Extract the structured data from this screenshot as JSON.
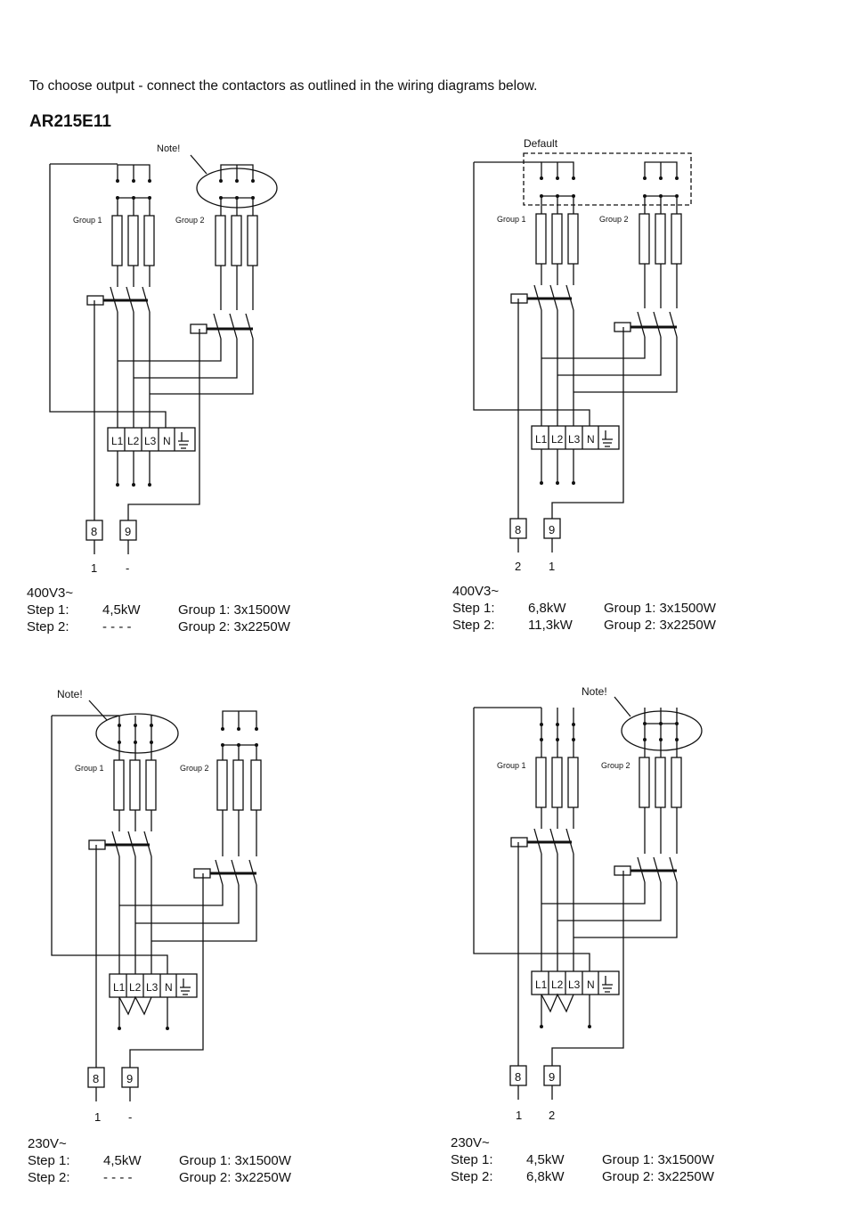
{
  "intro": "To choose output - connect the contactors as outlined in the wiring diagrams below.",
  "model": "AR215E11",
  "diagrams": [
    {
      "title": "Note!",
      "group1": "Group 1",
      "group2": "Group 2",
      "terminals": [
        "L1",
        "L2",
        "L3",
        "N"
      ],
      "pin_a": "8",
      "pin_b": "9",
      "pin_a_value": "1",
      "pin_b_value": "-",
      "voltage": "400V3~",
      "step1_label": "Step 1:",
      "step1_value": "4,5kW",
      "step1_group": "Group 1: 3x1500W",
      "step2_label": "Step 2:",
      "step2_value": "- - - -",
      "step2_group": "Group 2: 3x2250W"
    },
    {
      "title": "Default",
      "group1": "Group 1",
      "group2": "Group 2",
      "terminals": [
        "L1",
        "L2",
        "L3",
        "N"
      ],
      "pin_a": "8",
      "pin_b": "9",
      "pin_a_value": "2",
      "pin_b_value": "1",
      "voltage": "400V3~",
      "step1_label": "Step 1:",
      "step1_value": "6,8kW",
      "step1_group": "Group 1: 3x1500W",
      "step2_label": "Step 2:",
      "step2_value": "11,3kW",
      "step2_group": "Group 2: 3x2250W"
    },
    {
      "title": "Note!",
      "group1": "Group 1",
      "group2": "Group 2",
      "terminals": [
        "L1",
        "L2",
        "L3",
        "N"
      ],
      "pin_a": "8",
      "pin_b": "9",
      "pin_a_value": "1",
      "pin_b_value": "-",
      "voltage": "230V~",
      "step1_label": "Step 1:",
      "step1_value": "4,5kW",
      "step1_group": "Group 1: 3x1500W",
      "step2_label": "Step 2:",
      "step2_value": "- - - -",
      "step2_group": "Group 2: 3x2250W"
    },
    {
      "title": "Note!",
      "group1": "Group 1",
      "group2": "Group 2",
      "terminals": [
        "L1",
        "L2",
        "L3",
        "N"
      ],
      "pin_a": "8",
      "pin_b": "9",
      "pin_a_value": "1",
      "pin_b_value": "2",
      "voltage": "230V~",
      "step1_label": "Step 1:",
      "step1_value": "4,5kW",
      "step1_group": "Group 1: 3x1500W",
      "step2_label": "Step 2:",
      "step2_value": "6,8kW",
      "step2_group": "Group 2: 3x2250W"
    }
  ]
}
